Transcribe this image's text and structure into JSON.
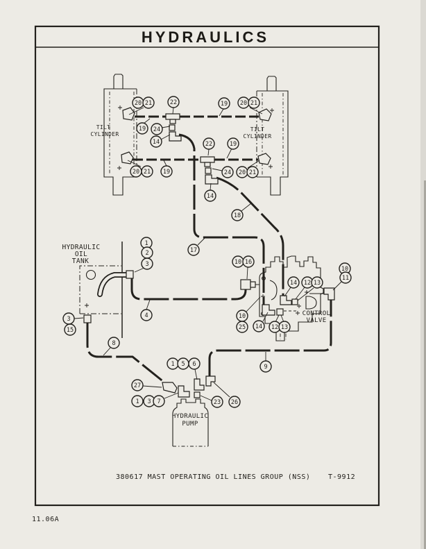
{
  "page": {
    "title": "HYDRAULICS",
    "caption": "380617 MAST OPERATING OIL LINES GROUP (NSS)",
    "drawing_number": "T-9912",
    "page_number": "11.06A"
  },
  "labels": {
    "tilt_cylinder_left": [
      "TILT",
      "CYLINDER"
    ],
    "tilt_cylinder_right": [
      "TILT",
      "CYLINDER"
    ],
    "hydraulic_oil_tank": [
      "HYDRAULIC",
      "OIL",
      "TANK"
    ],
    "control_valve": [
      "CONTROL",
      "VALVE"
    ],
    "hydraulic_pump": [
      "HYDRAULIC",
      "PUMP"
    ]
  },
  "callouts": [
    "20",
    "21",
    "22",
    "19",
    "20",
    "21",
    "19",
    "24",
    "14",
    "22",
    "19",
    "20",
    "21",
    "19",
    "24",
    "20",
    "21",
    "14",
    "18",
    "17",
    "1",
    "2",
    "3",
    "4",
    "3",
    "15",
    "8",
    "10",
    "16",
    "14",
    "12",
    "13",
    "10",
    "11",
    "10",
    "25",
    "14",
    "12",
    "13",
    "9",
    "27",
    "1",
    "3",
    "7",
    "1",
    "5",
    "6",
    "23",
    "26"
  ],
  "colors": {
    "paper": "#edebe5",
    "ink": "#23211d"
  }
}
